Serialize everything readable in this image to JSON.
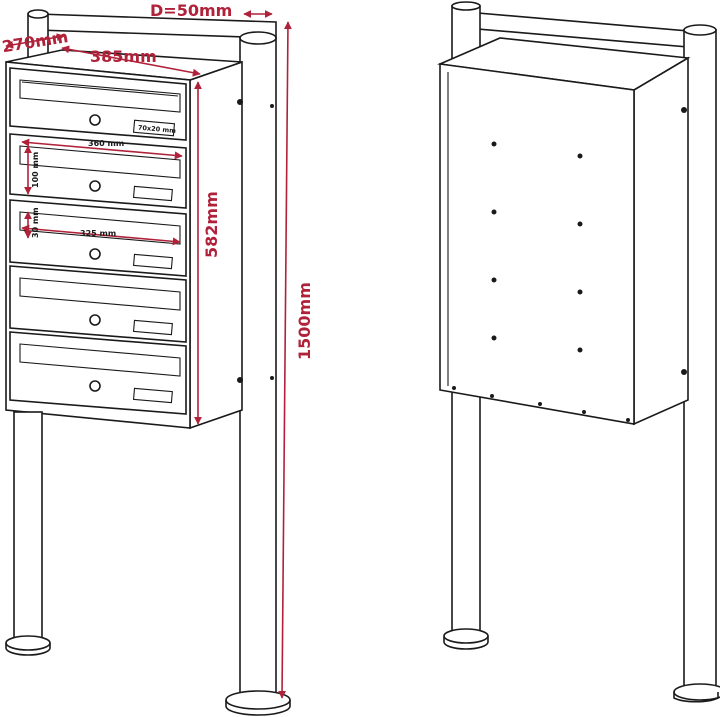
{
  "dimensions": {
    "diameter": "D=50mm",
    "depth": "270mm",
    "width": "385mm",
    "box_height": "582mm",
    "total_height": "1500mm",
    "slot_width": "360 mm",
    "slot_height": "100 mm",
    "inner_width": "325 mm",
    "inner_height": "30 mm",
    "nameplate": "70x20 mm"
  },
  "colors": {
    "dimension": "#b0223a",
    "line": "#1a1a1a",
    "background": "#ffffff"
  }
}
